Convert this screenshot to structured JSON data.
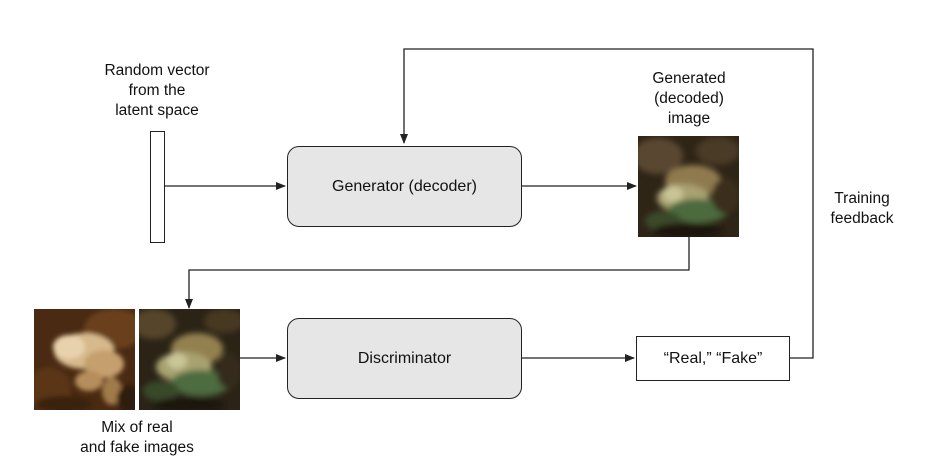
{
  "labels": {
    "random_vector": [
      "Random vector",
      "from the",
      "latent space"
    ],
    "generated_image": [
      "Generated",
      "(decoded)",
      "image"
    ],
    "training_feedback": [
      "Training",
      "feedback"
    ],
    "mix_images": [
      "Mix of real",
      "and fake images"
    ]
  },
  "boxes": {
    "generator": "Generator (decoder)",
    "discriminator": "Discriminator",
    "output": "“Real,” “Fake”"
  },
  "images": {
    "generated": "generated-frog-image",
    "real": "real-frog-image",
    "fake": "fake-frog-image"
  },
  "colors": {
    "box_fill": "#e6e6e6",
    "stroke": "#222222"
  }
}
